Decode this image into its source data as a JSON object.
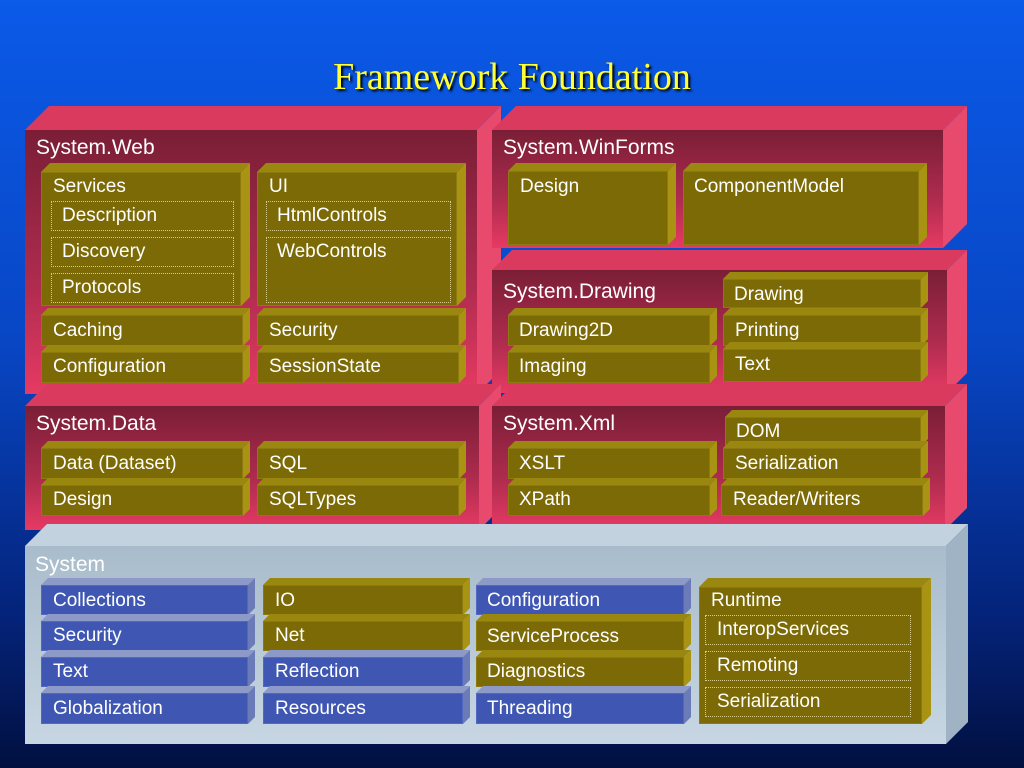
{
  "title": "Framework Foundation",
  "colors": {
    "title": "#ffff33",
    "panel_pink": "#b02c4f",
    "panel_gray": "#c7d6e2",
    "box_olive": "#7b6a06",
    "box_blue": "#3f57b2"
  },
  "web": {
    "title": "System.Web",
    "services": {
      "label": "Services",
      "items": [
        "Description",
        "Discovery",
        "Protocols"
      ]
    },
    "ui": {
      "label": "UI",
      "items": [
        "HtmlControls",
        "WebControls"
      ]
    },
    "caching": "Caching",
    "configuration": "Configuration",
    "security": "Security",
    "sessionstate": "SessionState"
  },
  "winforms": {
    "title": "System.WinForms",
    "design": "Design",
    "componentmodel": "ComponentModel"
  },
  "drawing": {
    "title": "System.Drawing",
    "drawing": "Drawing",
    "drawing2d": "Drawing2D",
    "printing": "Printing",
    "imaging": "Imaging",
    "text": "Text"
  },
  "data": {
    "title": "System.Data",
    "dataset": "Data (Dataset)",
    "sql": "SQL",
    "design": "Design",
    "sqltypes": "SQLTypes"
  },
  "xml": {
    "title": "System.Xml",
    "dom": "DOM",
    "xslt": "XSLT",
    "serialization": "Serialization",
    "xpath": "XPath",
    "readerwriters": "Reader/Writers"
  },
  "system": {
    "title": "System",
    "col1": [
      "Collections",
      "Security",
      "Text",
      "Globalization"
    ],
    "col2": [
      "IO",
      "Net",
      "Reflection",
      "Resources"
    ],
    "col3": [
      "Configuration",
      "ServiceProcess",
      "Diagnostics",
      "Threading"
    ],
    "runtime": {
      "label": "Runtime",
      "items": [
        "InteropServices",
        "Remoting",
        "Serialization"
      ]
    }
  }
}
